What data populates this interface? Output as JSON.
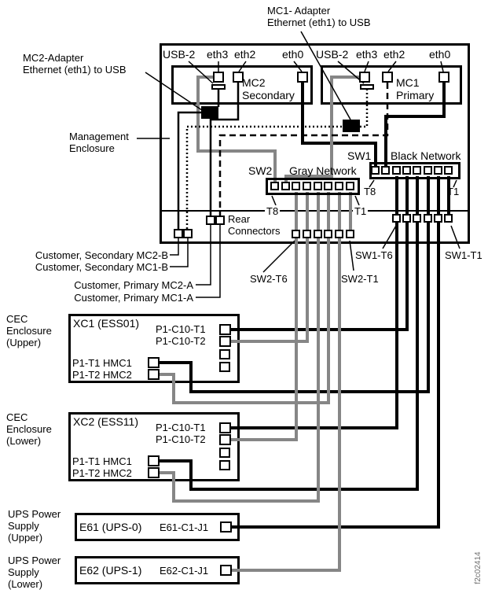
{
  "diagram": {
    "mc1_adapter_label": {
      "line1": "MC1- Adapter",
      "line2": "Ethernet (eth1) to USB"
    },
    "mc2_adapter_label": {
      "line1": "MC2-Adapter",
      "line2": "Ethernet (eth1) to USB"
    },
    "management_enclosure_label": {
      "line1": "Management",
      "line2": "Enclosure"
    },
    "mc2": {
      "title": "MC2",
      "subtitle": "Secondary",
      "ports": [
        "USB-2",
        "eth3",
        "eth2",
        "eth0"
      ]
    },
    "mc1": {
      "title": "MC1",
      "subtitle": "Primary",
      "ports": [
        "USB-2",
        "eth3",
        "eth2",
        "eth0"
      ]
    },
    "sw2": {
      "name": "SW2",
      "network": "Gray Network",
      "t8": "T8",
      "t1": "T1"
    },
    "sw1": {
      "name": "SW1",
      "network": "Black Network",
      "t8": "T8",
      "t1": "T1"
    },
    "rear_connectors": {
      "line1": "Rear",
      "line2": "Connectors"
    },
    "customer_labels": [
      "Customer, Secondary  MC2-B",
      "Customer, Secondary  MC1-B",
      "Customer, Primary  MC2-A",
      "Customer, Primary  MC1-A"
    ],
    "rear_port_labels": {
      "sw2_t6": "SW2-T6",
      "sw2_t1": "SW2-T1",
      "sw1_t6": "SW1-T6",
      "sw1_t1": "SW1-T1"
    },
    "cec_upper": {
      "label": [
        "CEC",
        "Enclosure",
        "(Upper)"
      ],
      "box_title": "XC1 (ESS01)",
      "ports": [
        "P1-C10-T1",
        "P1-C10-T2",
        "P1-T1 HMC1",
        "P1-T2 HMC2"
      ]
    },
    "cec_lower": {
      "label": [
        "CEC",
        "Enclosure",
        "(Lower)"
      ],
      "box_title": "XC2 (ESS11)",
      "ports": [
        "P1-C10-T1",
        "P1-C10-T2",
        "P1-T1 HMC1",
        "P1-T2 HMC2"
      ]
    },
    "ups_upper": {
      "label": [
        "UPS Power",
        "Supply",
        "(Upper)"
      ],
      "box_title": "E61 (UPS-0)",
      "port": "E61-C1-J1"
    },
    "ups_lower": {
      "label": [
        "UPS Power",
        "Supply",
        "(Lower)"
      ],
      "box_title": "E62 (UPS-1)",
      "port": "E62-C1-J1"
    },
    "figure_id": "f2c02414",
    "colors": {
      "black": "#000000",
      "gray": "#868686"
    }
  }
}
